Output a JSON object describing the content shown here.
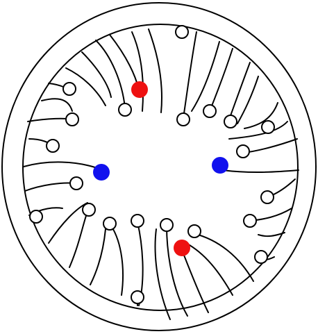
{
  "puzzle": {
    "kind": "tendril-board",
    "tendril_count": 28,
    "colors": {
      "background": "#ffffff",
      "line": "#000000",
      "red": "#ee1111",
      "blue": "#1111ee"
    },
    "markers": [
      {
        "name": "red-dot-top",
        "color": "red"
      },
      {
        "name": "red-dot-bottom",
        "color": "red"
      },
      {
        "name": "blue-dot-left",
        "color": "blue"
      },
      {
        "name": "blue-dot-right",
        "color": "blue"
      }
    ]
  }
}
